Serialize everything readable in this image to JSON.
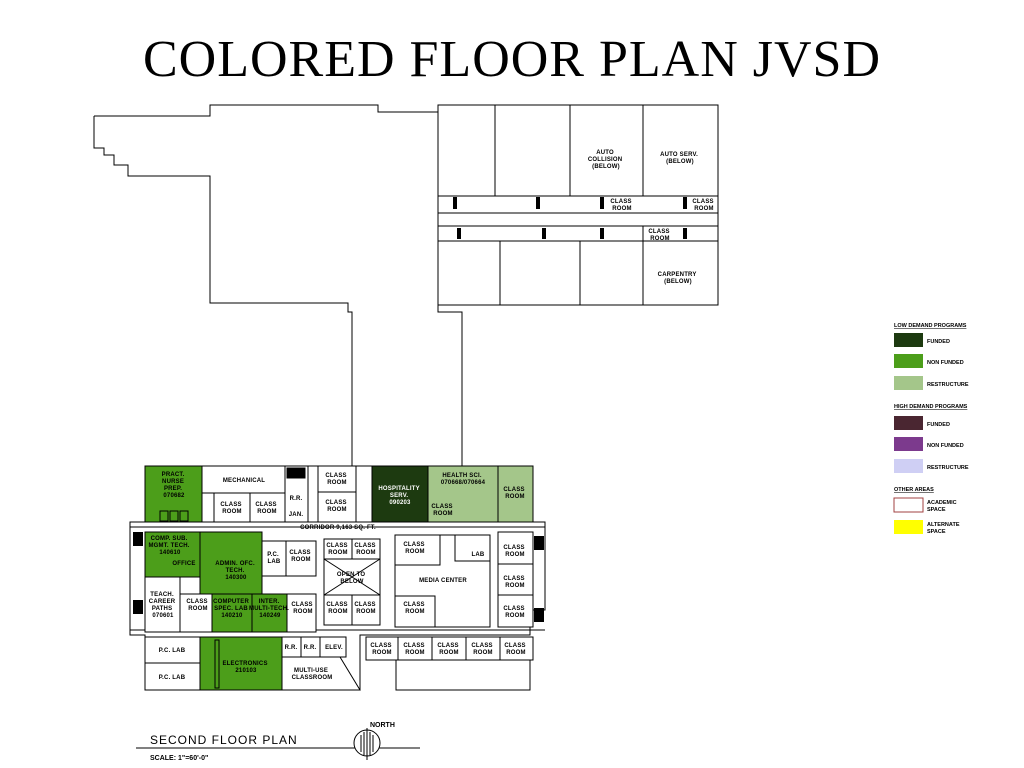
{
  "title": "COLORED FLOOR PLAN JVSD",
  "colors": {
    "low_funded": "#1d3a10",
    "low_nonfunded": "#4c9e1a",
    "low_restr": "#a4c68a",
    "high_funded": "#4a2631",
    "high_nonfunded": "#7c3a8d",
    "high_restr": "#cfcff4",
    "academic": "#ffffff",
    "alternate": "#ffff00"
  },
  "legend": {
    "low_heading": "LOW DEMAND PROGRAMS",
    "low_funded": "FUNDED",
    "low_nonfunded": "NON FUNDED",
    "low_restr": "RESTRUCTURE",
    "high_heading": "HIGH DEMAND PROGRAMS",
    "high_funded": "FUNDED",
    "high_nonfunded": "NON FUNDED",
    "high_restr": "RESTRUCTURE",
    "other_heading": "OTHER AREAS",
    "academic": [
      "ACADEMIC",
      "SPACE"
    ],
    "alternate": [
      "ALTERNATE",
      "SPACE"
    ]
  },
  "rooms": {
    "auto_collision": [
      "AUTO",
      "COLLISION",
      "(BELOW)"
    ],
    "auto_serv": [
      "AUTO SERV.",
      "(BELOW)"
    ],
    "carpentry": [
      "CARPENTRY",
      "(BELOW)"
    ],
    "class_room": [
      "CLASS",
      "ROOM"
    ],
    "pract_nurse": [
      "PRACT.",
      "NURSE",
      "PREP.",
      "070682"
    ],
    "mechanical": "MECHANICAL",
    "rr": "R.R.",
    "jan": "JAN.",
    "hospitality": [
      "HOSPITALITY",
      "SERV.",
      "090203"
    ],
    "health_sci": [
      "HEALTH SCI.",
      "070668/070664"
    ],
    "corridor": "CORRIDOR 9,163 SQ. FT.",
    "comp_sub": [
      "COMP. SUB.",
      "MGMT. TECH.",
      "140610"
    ],
    "office": "OFFICE",
    "admin_ofc": [
      "ADMIN. OFC.",
      "TECH.",
      "140300"
    ],
    "pc_lab": [
      "P.C.",
      "LAB"
    ],
    "open_below": [
      "OPEN TO",
      "BELOW"
    ],
    "lab": "LAB",
    "media_center": "MEDIA CENTER",
    "teach_career": [
      "TEACH.",
      "CAREER",
      "PATHS",
      "070601"
    ],
    "computer_spec": [
      "COMPUTER",
      "SPEC. LAB",
      "140210"
    ],
    "inter_multi": [
      "INTER.",
      "MULTI-TECH.",
      "140249"
    ],
    "pc_lab_single": "P.C. LAB",
    "electronics": [
      "ELECTRONICS",
      "210103"
    ],
    "elev": "ELEV.",
    "multi_use": [
      "MULTI-USE",
      "CLASSROOM"
    ]
  },
  "plan_title": "SECOND FLOOR PLAN",
  "scale": "SCALE: 1\"=60'-0\"",
  "north": "NORTH"
}
